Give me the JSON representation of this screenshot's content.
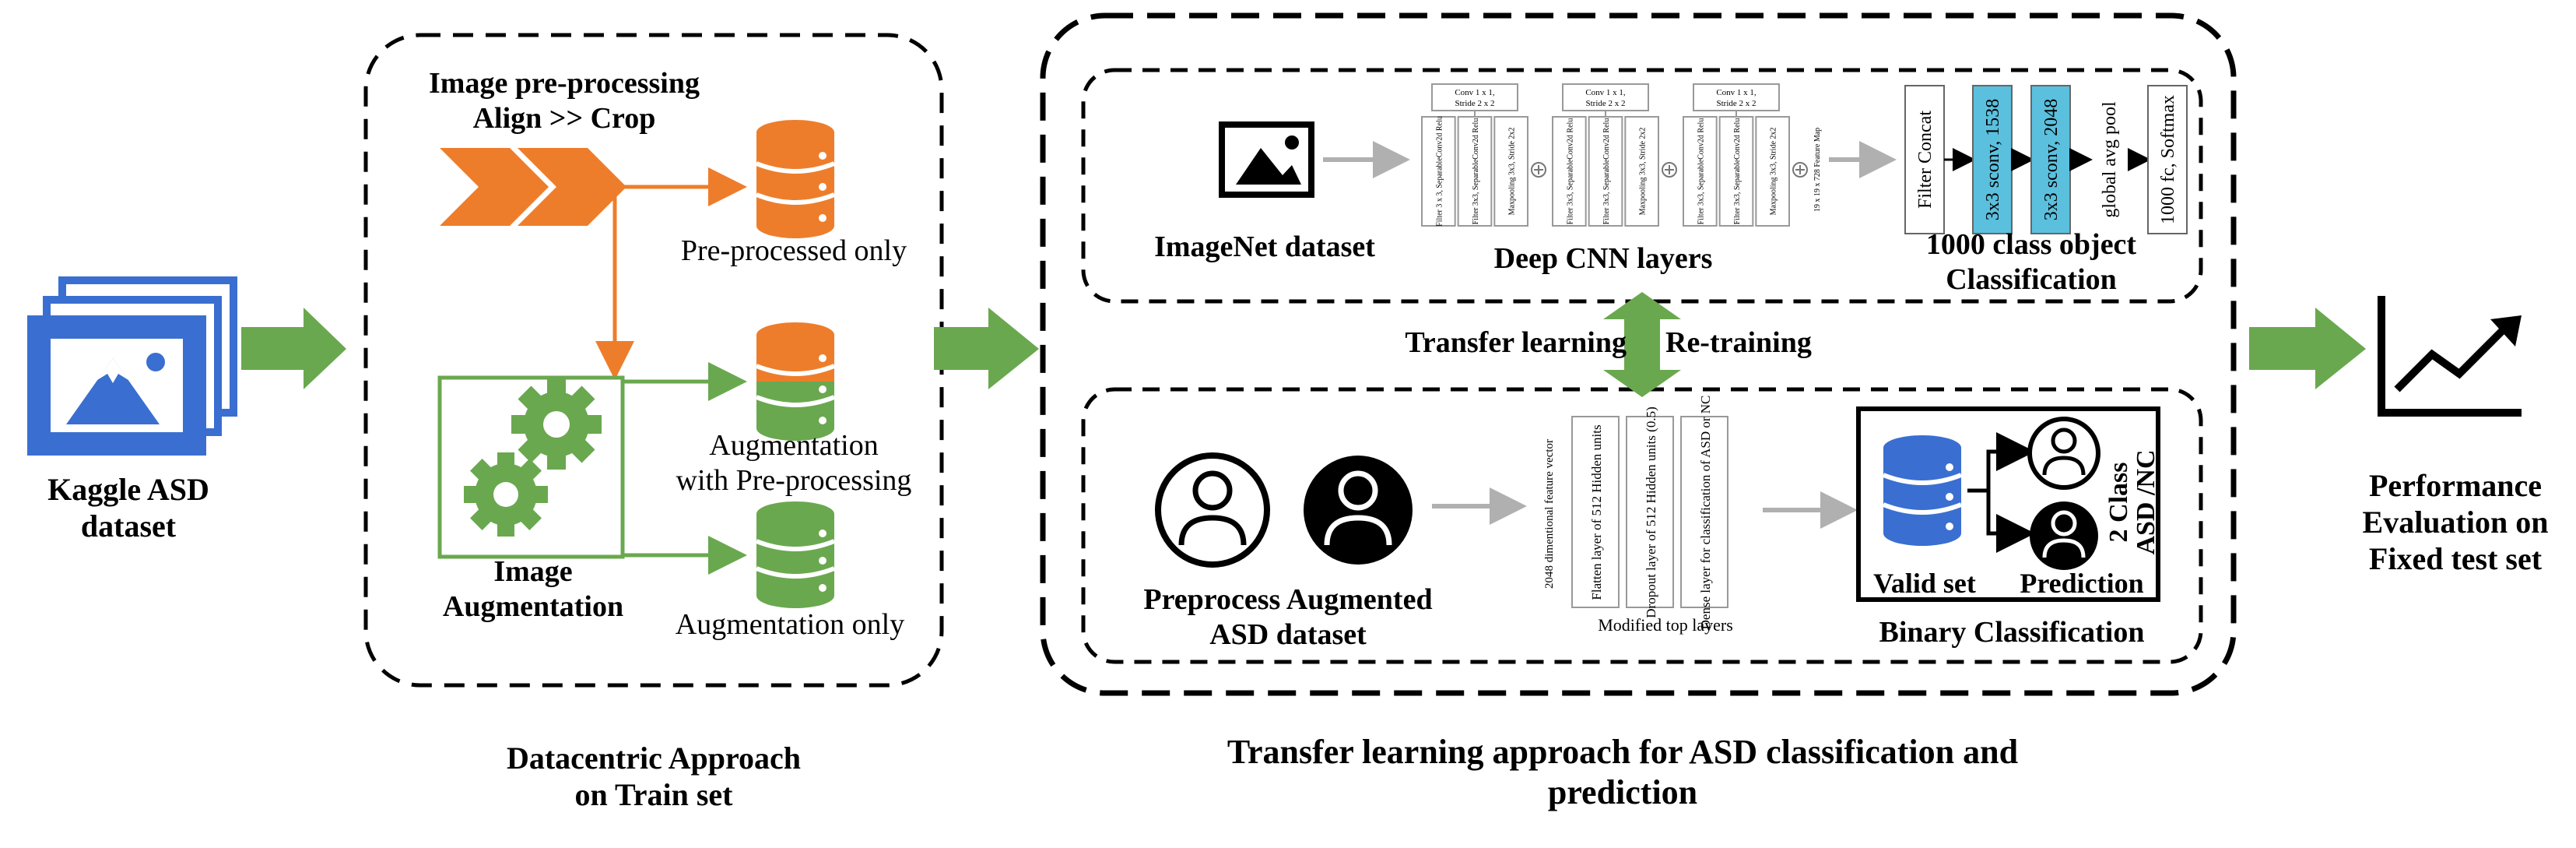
{
  "colors": {
    "orange": "#ee7d2b",
    "green": "#6aa84f",
    "blue": "#3a6fd1",
    "teal": "#5bc0de",
    "gray": "#b0b0b0"
  },
  "source": {
    "label": "Kaggle ASD dataset",
    "icon": "image-stack-icon"
  },
  "datacentric": {
    "preprocess_title": "Image pre-processing",
    "preprocess_subtitle": "Align >> Crop",
    "outputs": [
      {
        "label": "Pre-processed only",
        "icon": "database-icon"
      },
      {
        "label": "Augmentation",
        "label2": "with Pre-processing",
        "icon": "database-icon"
      },
      {
        "label": "Augmentation only",
        "icon": "database-icon"
      }
    ],
    "augmentation_label": "Image",
    "augmentation_label2": "Augmentation",
    "caption_line1": "Datacentric Approach",
    "caption_line2": "on Train set"
  },
  "transfer": {
    "imagenet_label": "ImageNet dataset",
    "cnn_label": "Deep CNN layers",
    "classification_line1": "1000 class object",
    "classification_line2": "Classification",
    "cnn_blocks": [
      {
        "header_line1": "Conv 1 x 1,",
        "header_line2": "Stride 2 x 2",
        "columns": [
          "Filter 3 x 3, SeparableConv2d Relu",
          "Filter 3x3, SeparableConv2d Relu",
          "Maxpooling 3x3, Stride 2x2"
        ]
      },
      {
        "header_line1": "Conv 1 x 1,",
        "header_line2": "Stride 2 x 2",
        "columns": [
          "Filter 3x3, SeparableConv2d Relu",
          "Filter 3x3, SeparableConv2d Relu",
          "Maxpooling 3x3, Stride 2x2"
        ]
      },
      {
        "header_line1": "Conv 1 x 1,",
        "header_line2": "Stride 2 x 2",
        "columns": [
          "Filter 3x3, SeparableConv2d Relu",
          "Filter 3x3, SeparableConv2d Relu",
          "Maxpooling 3x3, Stride 2x2"
        ]
      }
    ],
    "feature_map_label": "19 x 19 x 728 Feature Map",
    "top_blocks": [
      "Filter Concat",
      "3x3 sconv, 1538",
      "3x3 sconv, 2048",
      "global avg pool",
      "1000 fc, Softmax"
    ],
    "transfer_learning_label": "Transfer learning",
    "retraining_label": "Re-training",
    "asd_label_line1": "Preprocess Augmented",
    "asd_label_line2": "ASD dataset",
    "feature_vector_label": "2048 dimentional feature vector",
    "modified_layers": [
      "Flatten layer of 512 Hidden units",
      "Dropout layer of 512 Hidden units (0.5)",
      "Dense layer for classification of ASD or NC"
    ],
    "modified_top_label": "Modified top layers",
    "valid_set_label": "Valid set",
    "prediction_label": "Prediction",
    "class_label_line1": "2 Class",
    "class_label_line2": "ASD /NC",
    "binary_label": "Binary Classification",
    "caption_line1": "Transfer learning approach for ASD classification and",
    "caption_line2": "prediction"
  },
  "evaluation": {
    "label_line1": "Performance",
    "label_line2": "Evaluation on",
    "label_line3": "Fixed test set",
    "icon": "line-chart-icon"
  }
}
